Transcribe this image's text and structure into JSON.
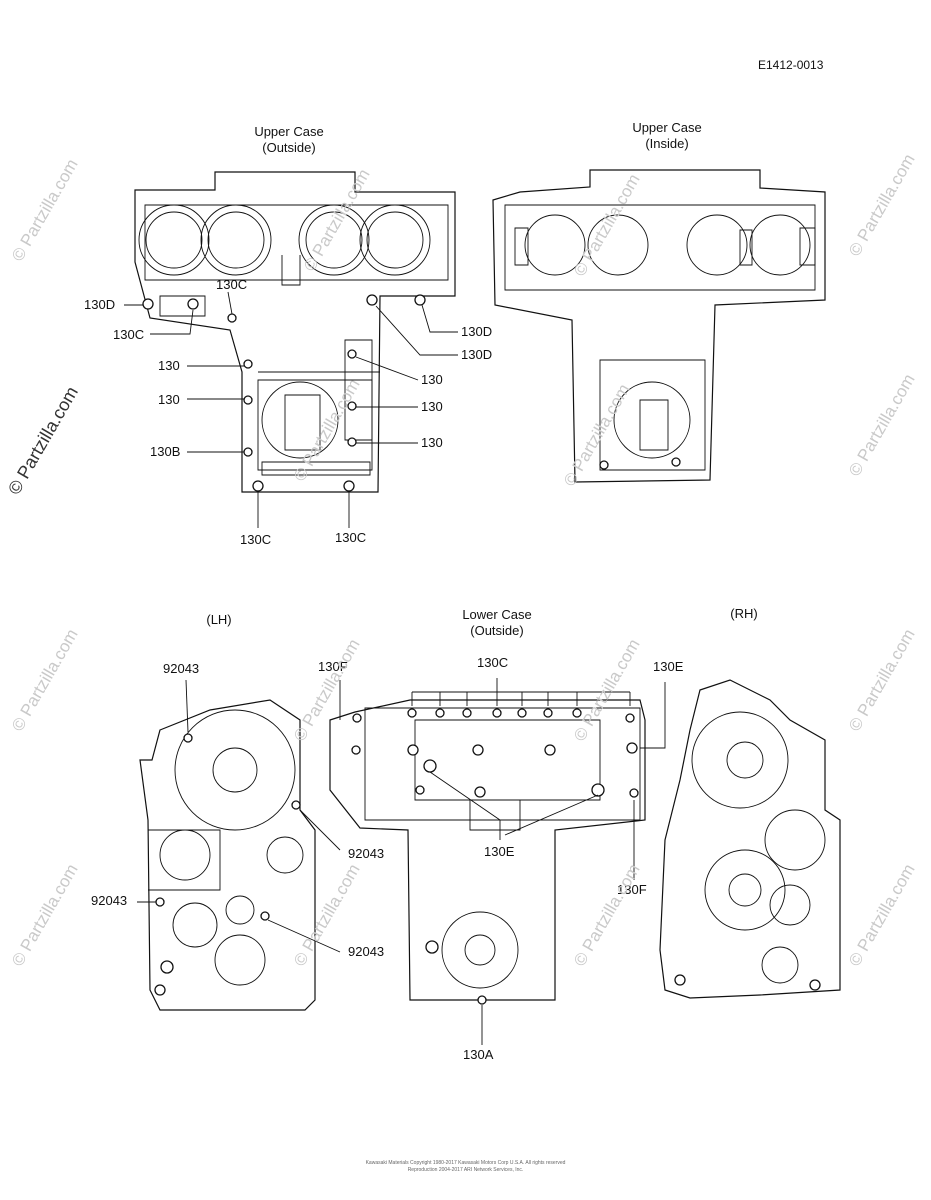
{
  "diagram_code": "E1412-0013",
  "watermark": "© Partzilla.com",
  "views": {
    "upper_outside": {
      "title_line1": "Upper Case",
      "title_line2": "(Outside)"
    },
    "upper_inside": {
      "title_line1": "Upper Case",
      "title_line2": "(Inside)"
    },
    "lh": {
      "title": "(LH)"
    },
    "lower_outside": {
      "title_line1": "Lower Case",
      "title_line2": "(Outside)"
    },
    "rh": {
      "title": "(RH)"
    }
  },
  "callouts": {
    "upper": {
      "l_130D": "130D",
      "l_130C_top": "130C",
      "l_130C_left": "130C",
      "l_130_a": "130",
      "l_130_b": "130",
      "l_130B": "130B",
      "l_130C_bot1": "130C",
      "l_130C_bot2": "130C",
      "r_130D_1": "130D",
      "r_130D_2": "130D",
      "r_130_1": "130",
      "r_130_2": "130",
      "r_130_3": "130"
    },
    "lh": {
      "a": "92043",
      "b": "92043",
      "c": "92043",
      "d": "92043"
    },
    "lower": {
      "l_130F": "130F",
      "l_130C": "130C",
      "l_130E_top": "130E",
      "l_130E_mid": "130E",
      "l_130F_r": "130F",
      "l_130A": "130A"
    }
  },
  "footer": {
    "line1": "Kawasaki Materials Copyright 1980-2017 Kawasaki Motors Corp U.S.A. All rights reserved",
    "line2": "Reproduction 2004-2017 ARI Network Services, Inc."
  }
}
